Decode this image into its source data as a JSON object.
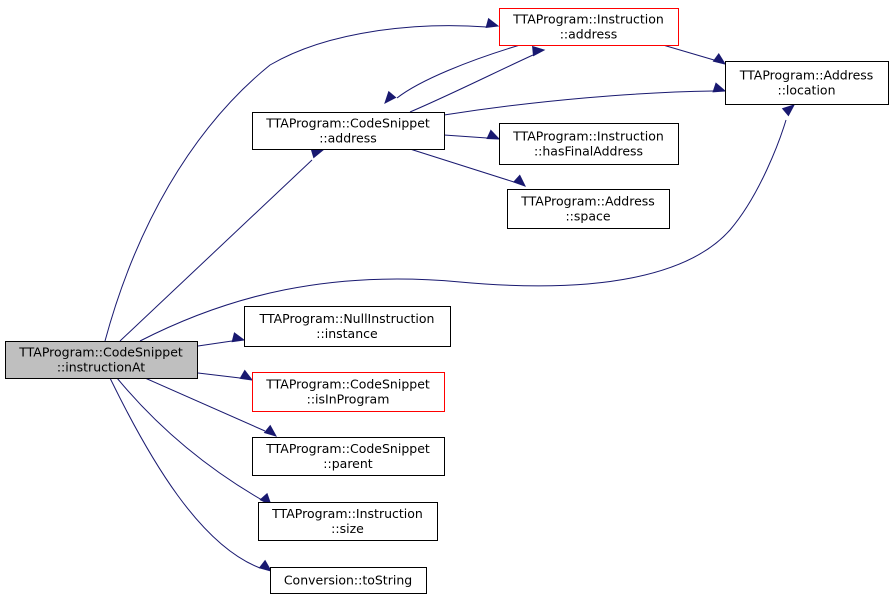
{
  "colors": {
    "edge": "#191970",
    "focus_fill": "#bfbfbf",
    "node_fill": "#ffffff",
    "node_border": "#000000",
    "truncated_border": "#ff0000"
  },
  "nodes": [
    {
      "id": "instructionAt",
      "line1": "TTAProgram::CodeSnippet",
      "line2": "::instructionAt",
      "style": "focus"
    },
    {
      "id": "instr_address",
      "line1": "TTAProgram::Instruction",
      "line2": "::address",
      "style": "truncated"
    },
    {
      "id": "cs_address",
      "line1": "TTAProgram::CodeSnippet",
      "line2": "::address",
      "style": "normal"
    },
    {
      "id": "addr_location",
      "line1": "TTAProgram::Address",
      "line2": "::location",
      "style": "normal"
    },
    {
      "id": "hasFinalAddress",
      "line1": "TTAProgram::Instruction",
      "line2": "::hasFinalAddress",
      "style": "normal"
    },
    {
      "id": "addr_space",
      "line1": "TTAProgram::Address",
      "line2": "::space",
      "style": "normal"
    },
    {
      "id": "null_instance",
      "line1": "TTAProgram::NullInstruction",
      "line2": "::instance",
      "style": "normal"
    },
    {
      "id": "isInProgram",
      "line1": "TTAProgram::CodeSnippet",
      "line2": "::isInProgram",
      "style": "truncated"
    },
    {
      "id": "cs_parent",
      "line1": "TTAProgram::CodeSnippet",
      "line2": "::parent",
      "style": "normal"
    },
    {
      "id": "instr_size",
      "line1": "TTAProgram::Instruction",
      "line2": "::size",
      "style": "normal"
    },
    {
      "id": "toString",
      "line1": "Conversion::toString",
      "line2": "",
      "style": "normal"
    }
  ],
  "edges": [
    {
      "from": "instructionAt",
      "to": "instr_address"
    },
    {
      "from": "instructionAt",
      "to": "cs_address"
    },
    {
      "from": "instructionAt",
      "to": "addr_location"
    },
    {
      "from": "instructionAt",
      "to": "null_instance"
    },
    {
      "from": "instructionAt",
      "to": "isInProgram"
    },
    {
      "from": "instructionAt",
      "to": "cs_parent"
    },
    {
      "from": "instructionAt",
      "to": "instr_size"
    },
    {
      "from": "instructionAt",
      "to": "toString"
    },
    {
      "from": "instr_address",
      "to": "addr_location"
    },
    {
      "from": "instr_address",
      "to": "cs_address"
    },
    {
      "from": "cs_address",
      "to": "instr_address"
    },
    {
      "from": "cs_address",
      "to": "addr_location"
    },
    {
      "from": "cs_address",
      "to": "hasFinalAddress"
    },
    {
      "from": "cs_address",
      "to": "addr_space"
    }
  ]
}
